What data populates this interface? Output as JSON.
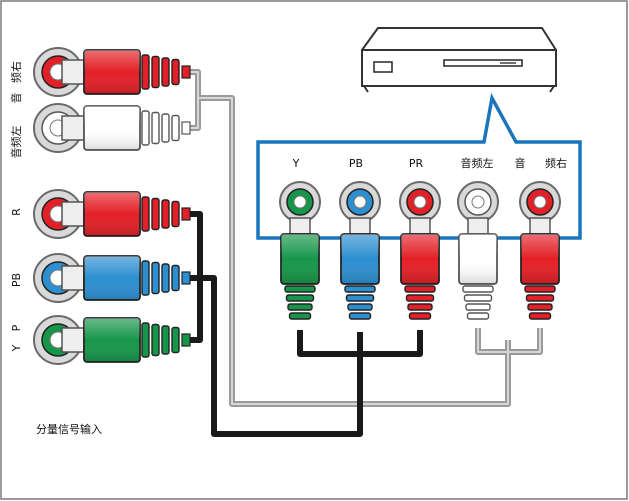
{
  "colors": {
    "red": "#e32027",
    "white": "#ffffff",
    "blue": "#2d8fd0",
    "green": "#17964a",
    "panel_border": "#1b75bb",
    "cable_gray": "#8c8c8c",
    "cable_black": "#1a1a1a"
  },
  "device": {
    "icon": "dvd-player-icon"
  },
  "panel": {
    "labels": [
      "Y",
      "PB",
      "PR",
      "音频左",
      "音",
      "频右"
    ]
  },
  "left_labels": {
    "audio_right_a": "频右",
    "audio_right_b": "音",
    "audio_left": "音频左",
    "r": "R",
    "pb": "PB",
    "y_a": "P",
    "y_b": "Y"
  },
  "footer": {
    "caption": "分量信号输入"
  }
}
